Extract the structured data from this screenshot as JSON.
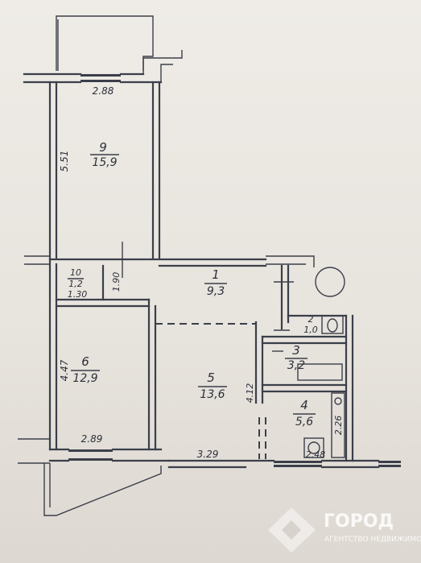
{
  "rooms": [
    {
      "num": "9",
      "area": "15,9"
    },
    {
      "num": "1",
      "area": "9,3"
    },
    {
      "num": "10",
      "area": "1,2"
    },
    {
      "num": "6",
      "area": "12,9"
    },
    {
      "num": "5",
      "area": "13,6"
    },
    {
      "num": "2",
      "area": "1,0"
    },
    {
      "num": "3",
      "area": "3,2"
    },
    {
      "num": "4",
      "area": "5,6"
    }
  ],
  "dimensions": {
    "top_width": "2.88",
    "room9_height": "5.51",
    "storage_width": "1.30",
    "storage_height": "1.90",
    "room6_height": "4.47",
    "room6_width": "2.89",
    "room5_width": "3.29",
    "room5_height": "4.12",
    "kitchen_width": "2.48",
    "kitchen_height": "2.26"
  },
  "watermark": {
    "brand": "ГОРОД",
    "tagline": "АГЕНТСТВО НЕДВИЖИМОСТИ"
  }
}
